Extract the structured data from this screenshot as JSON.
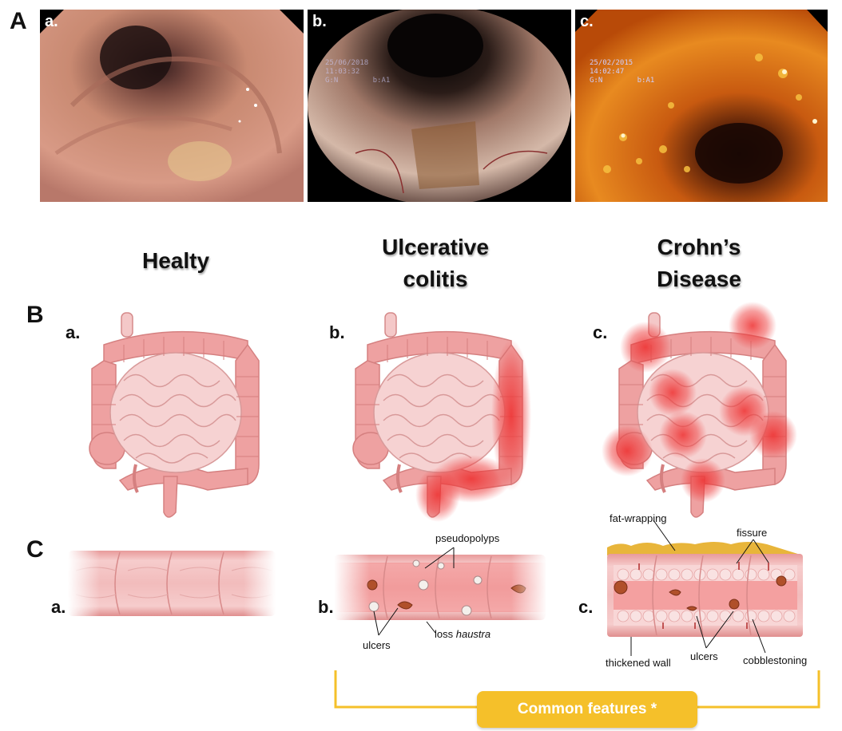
{
  "panels": {
    "A": "A",
    "B": "B",
    "C": "C"
  },
  "photos": [
    {
      "label": "a.",
      "osd": ""
    },
    {
      "label": "b.",
      "osd": "25/06/2018\n11:03:32\nG:N        b:A1"
    },
    {
      "label": "c.",
      "osd": "25/02/2015\n14:02:47\nG:N        b:A1"
    }
  ],
  "columns": [
    {
      "title_line1": "Healty",
      "title_line2": ""
    },
    {
      "title_line1": "Ulcerative",
      "title_line2": "colitis"
    },
    {
      "title_line1": "Crohn’s",
      "title_line2": "Disease"
    }
  ],
  "colon_labels": [
    "a.",
    "b.",
    "c."
  ],
  "section_labels": [
    "a.",
    "b.",
    "c."
  ],
  "annotations": {
    "pseudopolyps": "pseudopolyps",
    "ulcers_uc": "ulcers",
    "loss_prefix": "loss ",
    "loss_italic": "haustra",
    "fat_wrapping": "fat-wrapping",
    "fissure": "fissure",
    "thickened_wall": "thickened wall",
    "ulcers_cd": "ulcers",
    "cobblestoning": "cobblestoning"
  },
  "common_features": "Common features *",
  "colors": {
    "colon": "#eea1a1",
    "colon_dark": "#d97a7a",
    "small_intestine": "#f6cfcf",
    "inflammation": "#ee3b3b",
    "fat": "#e8b53a",
    "bracket": "#f5c02a"
  }
}
